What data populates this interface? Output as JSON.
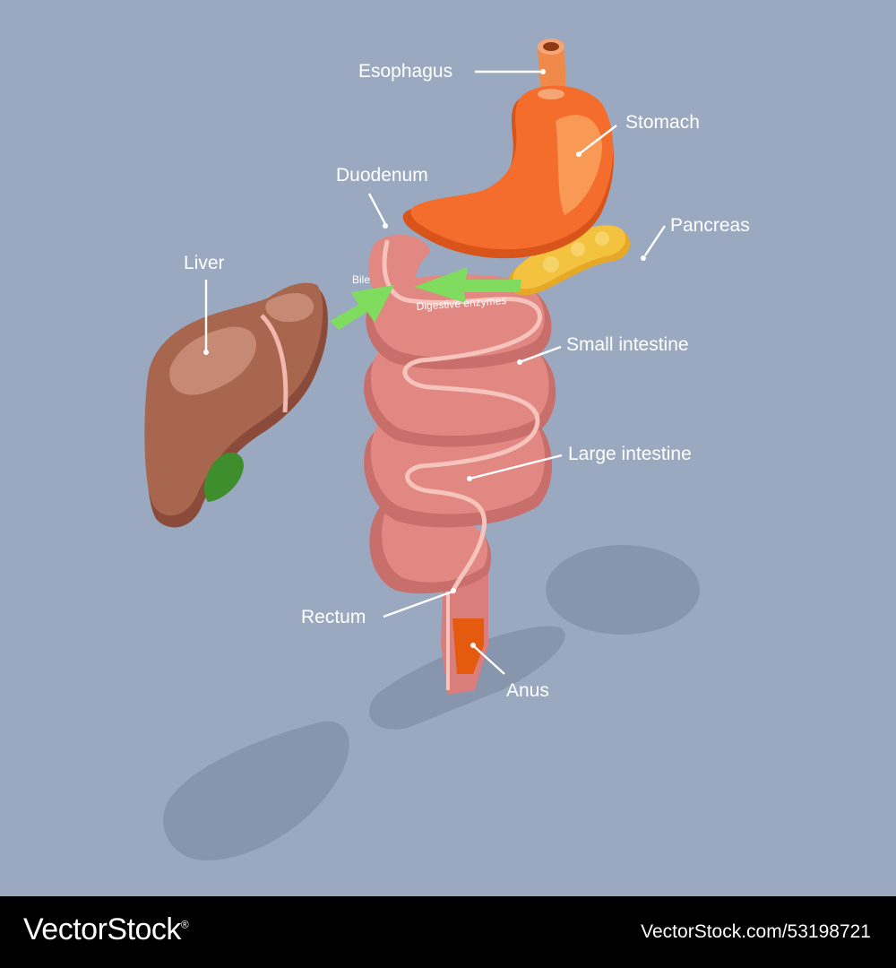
{
  "labels": {
    "esophagus": "Esophagus",
    "stomach": "Stomach",
    "duodenum": "Duodenum",
    "pancreas": "Pancreas",
    "liver": "Liver",
    "bile": "Bile",
    "digestive_enzymes": "Digestive enzymes",
    "small_intestine": "Small intestine",
    "large_intestine": "Large intestine",
    "rectum": "Rectum",
    "anus": "Anus"
  },
  "footer": {
    "brand": "VectorStock",
    "brand_mark": "®",
    "stock_id": "VectorStock.com/53198721"
  },
  "colors": {
    "background": "#9aa9c0",
    "shadow": "#8795ad",
    "liver": "#a8664f",
    "stomach": "#f46d2c",
    "pancreas": "#f3c23e",
    "intestine": "#e18883",
    "arrow": "#7fdc5e",
    "anus": "#e45a0f",
    "gallbladder": "#3e8e2d"
  }
}
